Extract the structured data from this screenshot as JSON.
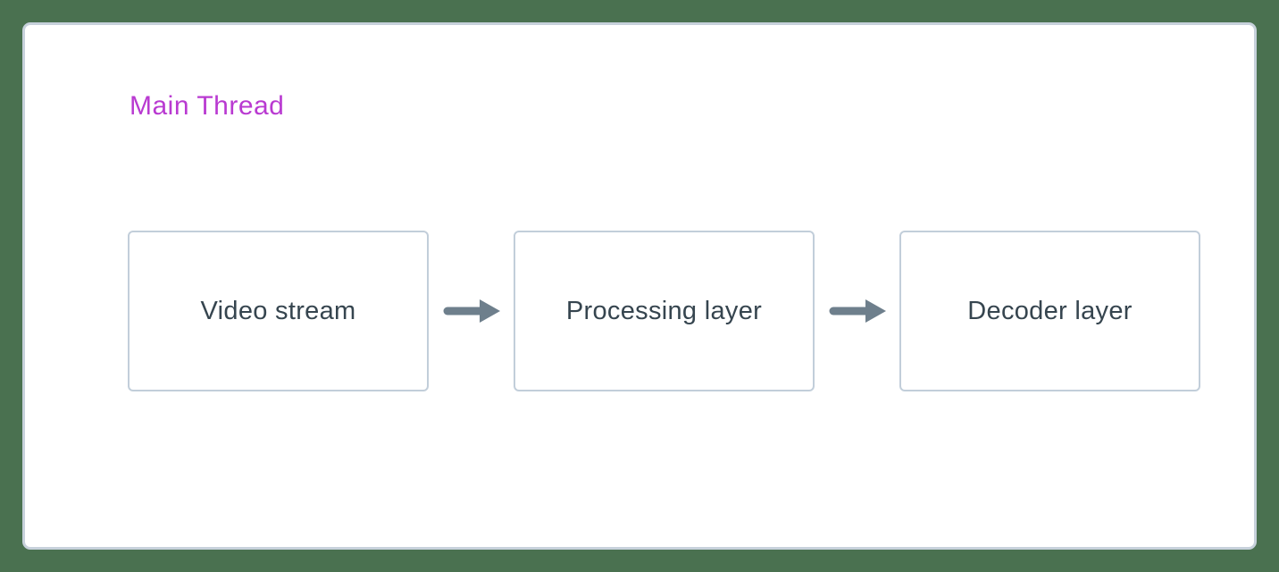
{
  "diagram": {
    "title": "Main Thread",
    "nodes": [
      {
        "id": "video-stream",
        "label": "Video stream"
      },
      {
        "id": "processing-layer",
        "label": "Processing layer"
      },
      {
        "id": "decoder-layer",
        "label": "Decoder layer"
      }
    ],
    "connections": [
      {
        "from": "Video stream",
        "to": "Processing layer",
        "icon": "right-arrow-icon"
      },
      {
        "from": "Processing layer",
        "to": "Decoder layer",
        "icon": "right-arrow-icon"
      }
    ]
  },
  "colors": {
    "background": "#4a7150",
    "card-bg": "#ffffff",
    "card-border": "#c7d1db",
    "node-border": "#c2ceda",
    "node-text": "#36454f",
    "title-text": "#b93ad1",
    "arrow": "#6e7f8c"
  }
}
